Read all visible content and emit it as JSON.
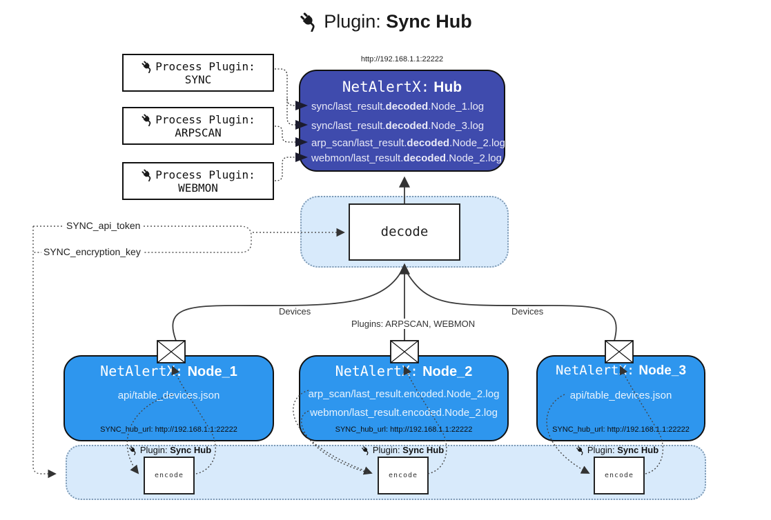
{
  "title": {
    "label": "Plugin:",
    "name": "Sync Hub"
  },
  "process_plugins": {
    "heading": "Process Plugin:",
    "items": [
      {
        "name": "SYNC"
      },
      {
        "name": "ARPSCAN"
      },
      {
        "name": "WEBMON"
      }
    ]
  },
  "hub": {
    "url": "http://192.168.1.1:22222",
    "title_label": "NetAlertX:",
    "title_name": "Hub",
    "files": [
      {
        "pre": "sync/last_result.",
        "bold": "decoded",
        "post": ".Node_1.log"
      },
      {
        "pre": "sync/last_result.",
        "bold": "decoded",
        "post": ".Node_3.log"
      },
      {
        "pre": "arp_scan/last_result.",
        "bold": "decoded",
        "post": ".Node_2.log"
      },
      {
        "pre": "webmon/last_result.",
        "bold": "decoded",
        "post": ".Node_2.log"
      }
    ]
  },
  "decode": {
    "label": "decode"
  },
  "config": {
    "api_token": "SYNC_api_token",
    "encryption_key": "SYNC_encryption_key"
  },
  "edges": {
    "devices_left": "Devices",
    "plugins_center": "Plugins: ARPSCAN, WEBMON",
    "devices_right": "Devices"
  },
  "nodes": [
    {
      "title_label": "NetAlertX:",
      "title_name": "Node_1",
      "files": [
        "api/table_devices.json"
      ],
      "hub_url": "SYNC_hub_url: http://192.168.1.1:22222"
    },
    {
      "title_label": "NetAlertX:",
      "title_name": "Node_2",
      "files": [
        "arp_scan/last_result.encoded.Node_2.log",
        "webmon/last_result.encoded.Node_2.log"
      ],
      "hub_url": "SYNC_hub_url: http://192.168.1.1:22222"
    },
    {
      "title_label": "NetAlertX:",
      "title_name": "Node_3",
      "files": [
        "api/table_devices.json"
      ],
      "hub_url": "SYNC_hub_url: http://192.168.1.1:22222"
    }
  ],
  "encoders": {
    "plugin_label": "Plugin:",
    "plugin_name": "Sync Hub",
    "box_label": "encode"
  },
  "colors": {
    "hub_fill": "#3F4BAD",
    "node_fill": "#2E96EE",
    "panel_fill": "#D8EAFB",
    "panel_border": "#7C98B3",
    "connector": "#3A3A3A"
  }
}
